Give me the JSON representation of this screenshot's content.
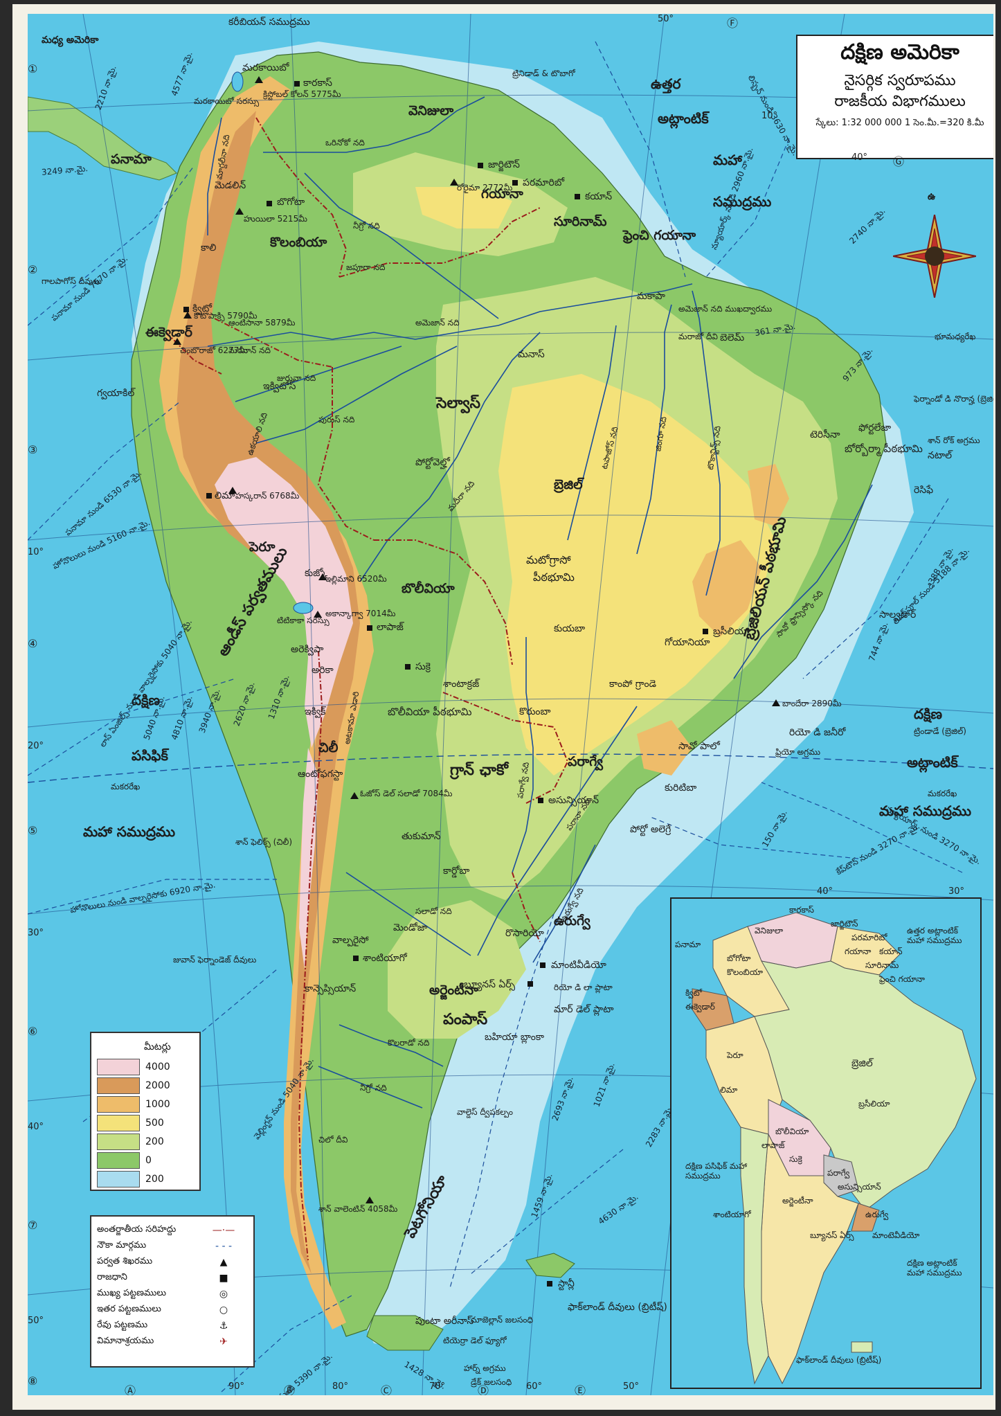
{
  "title": {
    "line1": "దక్షిణ అమెరికా",
    "line2": "నైసర్గిక స్వరూపము",
    "line3": "రాజకీయ విభాగములు",
    "scale": "స్కేలు: 1:32 000 000   1 సెం.మీ.=320 కి.మీ"
  },
  "compass_label": "ఉ",
  "seas": {
    "north_atlantic_1": "ఉత్తర",
    "north_atlantic_2": "అట్లాంటిక్",
    "north_atlantic_3": "మహా",
    "north_atlantic_4": "సముద్రము",
    "south_pacific_1": "దక్షిణ",
    "south_pacific_2": "పసిఫిక్",
    "south_pacific_3": "మహా సముద్రము",
    "south_atlantic_1": "దక్షిణ",
    "south_atlantic_2": "అట్లాంటిక్",
    "south_atlantic_3": "మహా సముద్రము",
    "caribbean": "కరీబియన్ సముద్రము",
    "central_america": "మధ్య అమెరికా",
    "capricorn_w": "మకరరేఖ",
    "capricorn_e": "మకరరేఖ",
    "equator": "భూమధ్యరేఖ"
  },
  "countries": {
    "colombia": "కొలంబియా",
    "venezuela": "వెనిజులా",
    "guyana": "గయానా",
    "suriname": "సూరినామ్",
    "fr_guiana": "ఫ్రెంచి గయానా",
    "ecuador": "ఈక్వెడార్",
    "peru": "పెరూ",
    "brazil": "బ్రెజిల్",
    "bolivia": "బొలీవియా",
    "paraguay": "పరాగ్వే",
    "uruguay": "ఉరుగ్వే",
    "argentina": "అర్జెంటీనా",
    "chile": "చిలీ",
    "panama": "పనామా"
  },
  "regions": {
    "selvas": "సెల్వాస్",
    "mato_grosso_1": "మటోగ్రాసో",
    "mato_grosso_2": "పీఠభూమి",
    "brazil_highlands": "బ్రెజిలియన్ పీఠభూమి",
    "borborema": "బోర్బోర్మా పీఠభూమి",
    "bolivian_plateau": "బొలీవియా పీఠభూమి",
    "gran_chaco": "గ్రాన్ ఛాకో",
    "pampas": "పంపాస్",
    "andes": "ఆండీస్ పర్వతములు",
    "patagonia": "పెటగోనియా"
  },
  "cities": {
    "bogota": "బొగోటా",
    "caracas": "కారకాస్",
    "quito": "క్విటో",
    "lima": "లిమా",
    "la_paz": "లాపాజ్",
    "brasilia": "బ్రసీలియా",
    "asuncion": "అసున్సియాన్",
    "montevideo": "మాంటివీడియో",
    "buenos_aires": "బ్యూనస్ ఏర్స్",
    "santiago": "శాంటియాగో",
    "manaus": "మనాస్",
    "belem": "బెలెమ్",
    "recife": "రెసిఫే",
    "salvador": "సాల్వడార్",
    "rio": "రియో డి జనీరో",
    "sao_paulo": "సావో పాలో",
    "cordoba": "కార్డోబా",
    "rosario": "రొసారియో",
    "mendoza": "మెండోజా",
    "valparaiso": "వాల్పరైసో",
    "guayaquil": "గ్వయాకిల్",
    "cuzco": "కుజ్కో",
    "sucre": "సుక్రె",
    "georgetown": "జార్జిటౌన్",
    "paramaribo": "పరమారిబో",
    "cayenne": "కయాన్",
    "fortaleza": "ఫోర్టలేజా",
    "antofagasta": "ఆంటోఫగస్టా",
    "iquique": "ఇక్విక్",
    "arica": "అరికా",
    "bahia_blanca": "బహియా బ్లాంకా",
    "porto_alegre": "పోర్టో అలెగ్రే",
    "curitiba": "కురిటిబా",
    "punta_arenas": "పుంటా అరీనాస్",
    "stanley": "స్టాన్లీ",
    "goiania": "గోయానియా",
    "campo_grande": "కాంపో గ్రాండె",
    "porto_velho": "పోర్టోవెల్హో",
    "iquitos": "ఇక్విటోస్",
    "maracaibo": "మరకాయిబో",
    "medellin": "మెడలిన్",
    "cali": "కాలి",
    "arequipa": "అరెక్విపా",
    "santa_cruz": "శాంటాక్రజ్",
    "tucuman": "తుకుమాన్",
    "concepcion": "కాన్సెప్సియాన్",
    "mar_del_plata": "మార్ డెల్ ప్లాటా",
    "corumba": "కొరుంబా",
    "cuiaba": "కుయబా",
    "teresina": "టెరిసీనా",
    "natal": "నటాల్",
    "macapa": "మకాపా"
  },
  "rivers": {
    "amazon": "అమెజాన్ నది",
    "negro": "నీగ్రో నది",
    "madeira": "మదీరా నది",
    "orinoco": "ఒరినోకో నది",
    "parana": "పరానా నది",
    "sao_francisco": "సావో ఫ్రాన్సిస్కో నది",
    "tocantins": "టొకాన్టిన్స్ నది",
    "xingu": "జింగూ నది",
    "tapajos": "టపాజోస్ నది",
    "paraguay": "పరాగ్వే నది",
    "uruguay": "ఉరుగ్వే నది",
    "japura": "జపూరా నది",
    "purus": "పురుస్ నది",
    "jurua": "జురువా నది",
    "ucayali": "ఉకయాలి నది",
    "maranon": "మరనాన్ నది",
    "magdalena": "మాగ్దలీనా నది",
    "colorado": "కొలరాడో నది",
    "negro_s": "నీగ్రో నది",
    "salado": "సలాడో నది"
  },
  "peaks": {
    "aconcagua": "అకాన్కాగ్వా 7014మీ",
    "ojos": "ఓజోస్ డెల్ సలాడో 7084మీ",
    "huascaran": "హస్కరాన్ 6768మీ",
    "chimborazo": "చింబొరాజో 6277మీ",
    "cotopaxi": "కొటొపాక్సి 5790మీ",
    "illimani": "ఇల్లిమాని 6520మీ",
    "colon": "క్రిస్టోబల్ కోలన్ 5775మీ",
    "bandeira": "బాందేరా 2890మీ",
    "roraima": "రోరైమా 2772మీ",
    "huila": "హుయిలా 5215మీ",
    "san_valentin": "శాన్ వాలెంటిన్ 4058మీ",
    "antisana": "ఆంటిసానా 5879మీ"
  },
  "features": {
    "lake_titicaca": "టిటికాకా సరస్సు",
    "lake_maracaibo": "మరకాయిబో సరస్సు",
    "galapagos": "గాలపాగోస్ దీవులు",
    "falklands": "ఫాక్‌లాండ్ దీవులు (బ్రిటీష్)",
    "tierra_del_fuego": "టియెర్రా డెల్ ఫ్యూగో",
    "cape_horn": "హార్న్ అగ్రము",
    "magellan": "మాజెల్లాన్ జలసంధి",
    "drake": "డ్రేక్ జలసంధి",
    "trinidad": "ట్రినిడాడ్ & టొబాగో",
    "chiloe": "చిలో దీవి",
    "juan_fernandez": "జువాన్ ఫెర్నాండెజ్ దీవులు",
    "amazon_mouth": "అమెజాన్ నది ముఖద్వారము",
    "marajo": "మరాజో దీవి",
    "rio_de_la_plata": "రియో డి లా ప్లాటా",
    "valdes": "వాల్డెస్ ద్వీపకల్పం",
    "san_roque": "శాన్ రోక్ అగ్రము",
    "frio": "ఫ్రియో అగ్రము",
    "atacama": "అటకామా ఎడారి",
    "fernando": "ఫెర్నాండో డి నొరాన్హ (బ్రెజిల్)",
    "trindade": "ట్రిండాడే (బ్రెజిల్)",
    "san_felix": "శాన్ ఫెలిక్స్ (చిలీ)"
  },
  "routes": {
    "r1": "పనామా నుండి 7670 నా.మై.",
    "r2": "పనామా నుండి 6530 నా.మై.",
    "r3": "హోనొలులు నుండి 5160 నా.మై.",
    "r4": "లాస్ ఏంజిల్స్ నుండి వాల్పరైసోకు 5040 నా.మై.",
    "r5": "వెల్లింగ్టన్ నుండి 5040 నా.మై.",
    "r6": "హోనొలులు నుండి వాల్పరైసోకు 6920 నా.మై.",
    "r7": "న్యూయార్క్ నుండి 3270 నా.మై.",
    "r8": "కేప్‌టౌన్ నుండి 3270 నా.మై.",
    "r9": "న్యూయార్క్ నుండి 2960 నా.మై.",
    "r10": "లిస్బన్ నుండి 3630 నా.మై.",
    "r11": "లివర్‌పూల్ నుండి 5188 నా.మై.",
    "r12": "సిడ్నీ నుండి 5390 నా.మై.",
    "r13": "1428 నా.మై.",
    "r14": "4630 నా.మై.",
    "r15": "2283 నా.మై.",
    "r16": "1021 నా.మై.",
    "r17": "744 నా.మై.",
    "r18": "388 నా.మై.",
    "r19": "973 నా.మై.",
    "r20": "361 నా.మై.",
    "r21": "150 నా.మై.",
    "r22": "1310 నా.మై.",
    "r23": "2620 నా.మై.",
    "r24": "3940 నా.మై.",
    "r25": "2740 నా.మై.",
    "r26": "2210 నా.మై.",
    "r27": "4577 నా.మై.",
    "r28": "3249 నా.మై.",
    "r29": "5040 నా.మై.",
    "r30": "4810 నా.మై.",
    "r31": "2693 నా.మై.",
    "r32": "1459 నా.మై."
  },
  "grid": {
    "lat_top": "10°",
    "lat_10s": "10°",
    "lat_20s": "20°",
    "lat_30s": "30°",
    "lat_40s": "40°",
    "lat_50s": "50°",
    "lon_90": "90°",
    "lon_80": "80°",
    "lon_70": "70°",
    "lon_60": "60°",
    "lon_50": "50°",
    "lon_40": "40°",
    "lon_30": "30°",
    "lon_50_top": "50°",
    "lon_40_top": "40°",
    "col_a": "Ⓐ",
    "col_b": "Ⓑ",
    "col_c": "Ⓒ",
    "col_d": "Ⓓ",
    "col_e": "Ⓔ",
    "col_f": "Ⓕ",
    "col_g": "Ⓖ",
    "row_1": "①",
    "row_2": "②",
    "row_3": "③",
    "row_4": "④",
    "row_5": "⑤",
    "row_6": "⑥",
    "row_7": "⑦",
    "row_8": "⑧"
  },
  "legend_height": {
    "title": "మీటర్లు",
    "items": [
      {
        "label": "4000",
        "color": "#f3d2d8"
      },
      {
        "label": "2000",
        "color": "#d99a5a"
      },
      {
        "label": "1000",
        "color": "#eebc6a"
      },
      {
        "label": "500",
        "color": "#f4e27a"
      },
      {
        "label": "200",
        "color": "#c6df85"
      },
      {
        "label": "0",
        "color": "#8cc868"
      },
      {
        "label": "200",
        "color": "#a9dcef"
      }
    ]
  },
  "legend_symbols": [
    {
      "label": "అంతర్జాతీయ సరిహద్దు",
      "symbol": "—·—",
      "color": "#9b1c1c"
    },
    {
      "label": "నౌకా మార్గము",
      "symbol": "- - -",
      "color": "#1b4e9c"
    },
    {
      "label": "పర్వత శిఖరము",
      "symbol": "▲",
      "color": "#111111"
    },
    {
      "label": "రాజధాని",
      "symbol": "■",
      "color": "#111111"
    },
    {
      "label": "ముఖ్య పట్టణములు",
      "symbol": "◎",
      "color": "#111111"
    },
    {
      "label": "ఇతర పట్టణములు",
      "symbol": "○",
      "color": "#111111"
    },
    {
      "label": "రేవు పట్టణము",
      "symbol": "⚓",
      "color": "#111111"
    },
    {
      "label": "విమానాశ్రయము",
      "symbol": "✈",
      "color": "#a02020"
    }
  ],
  "inset": {
    "venezuela": "వెనిజులా",
    "colombia": "కొలంబియా",
    "ecuador": "ఈక్వెడార్",
    "peru": "పెరూ",
    "brazil": "బ్రెజిల్",
    "bolivia": "బొలీవియా",
    "paraguay": "పరాగ్వే",
    "argentina": "అర్జెంటీనా",
    "chile_city": "శాంటియాగో",
    "uruguay": "ఉరుగ్వే",
    "guyana": "గయానా",
    "suriname": "సూరినామ్",
    "fr_guiana": "ఫ్రెంచి గయానా",
    "caracas": "కారకాస్",
    "bogota": "బోగోటా",
    "quito": "క్విటో",
    "lima": "లిమా",
    "la_paz": "లాపాజ్",
    "sucre": "సుక్రె",
    "brasilia": "బ్రసీలియా",
    "asuncion": "అసున్సియాన్",
    "buenos_aires": "బ్యూనస్ ఏర్స్",
    "montevideo": "మాంటెవీడియో",
    "georgetown": "జార్జిటౌన్",
    "paramaribo": "పరమారిబో",
    "cayenne": "కయాన్",
    "panama": "పనామా",
    "north_atlantic": "ఉత్తర అట్లాంటిక్ మహా సముద్రము",
    "south_pacific": "దక్షిణ పసిఫిక్ మహా సముద్రము",
    "south_atlantic": "దక్షిణ అట్లాంటిక్ మహా సముద్రము",
    "falklands": "ఫాక్‌లాండ్ దీవులు (బ్రిటీష్)"
  }
}
